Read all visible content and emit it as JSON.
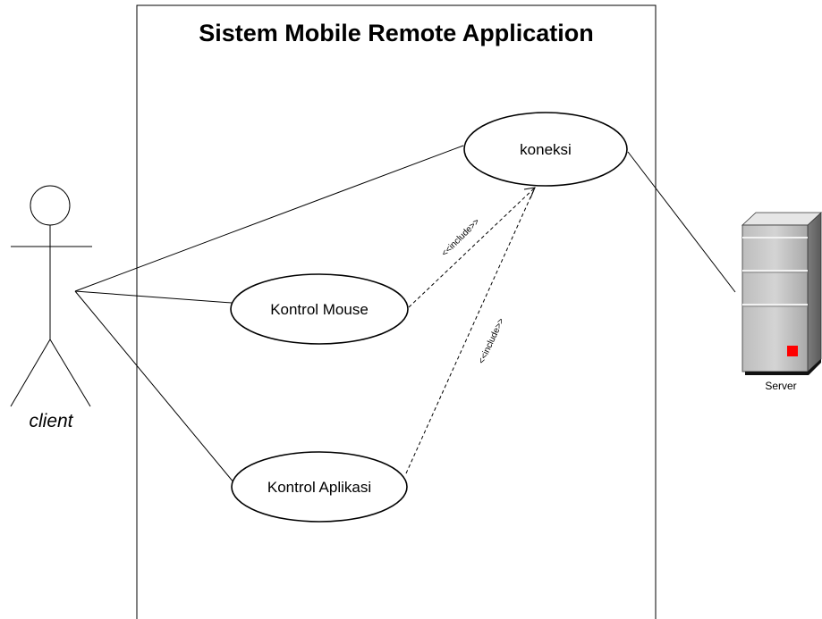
{
  "system": {
    "title": "Sistem Mobile Remote Application"
  },
  "actors": {
    "client": {
      "label": "client"
    },
    "server": {
      "label": "Server",
      "indicator_color": "#ff0000"
    }
  },
  "use_cases": {
    "koneksi": {
      "label": "koneksi"
    },
    "kontrol_mouse": {
      "label": "Kontrol Mouse"
    },
    "kontrol_aplikasi": {
      "label": "Kontrol Aplikasi"
    }
  },
  "relations": {
    "include_mouse": {
      "label": "<<include>>"
    },
    "include_aplikasi": {
      "label": "<<include>>"
    }
  }
}
